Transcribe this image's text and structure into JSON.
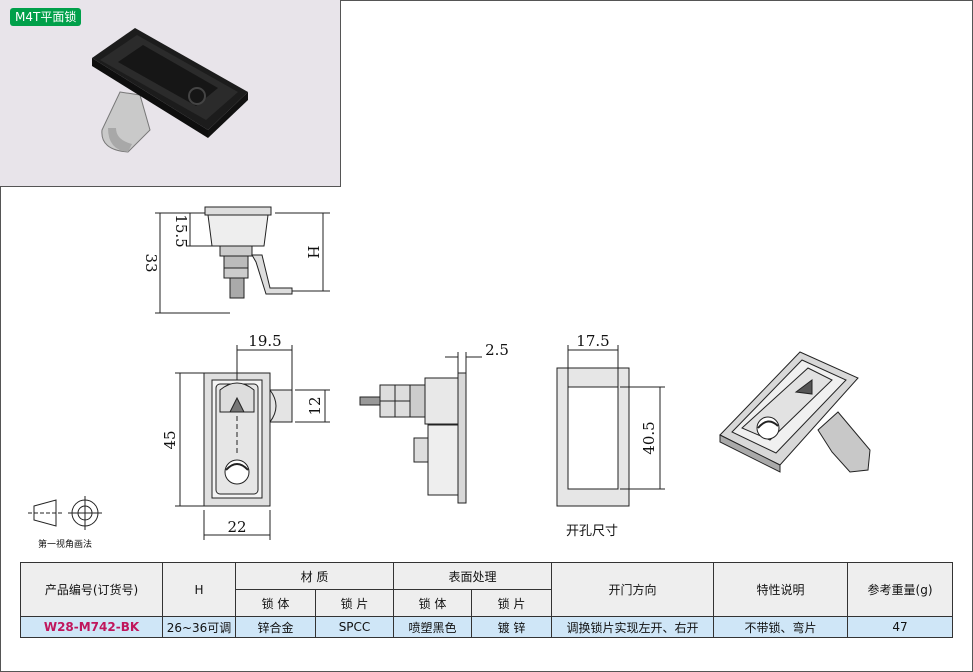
{
  "product": {
    "title": "M4T平面锁"
  },
  "dimensions": {
    "side_top": "15.5",
    "side_total": "33",
    "side_h": "H",
    "front_width": "19.5",
    "front_height": "45",
    "front_bottom": "22",
    "front_tab": "12",
    "plate": "2.5",
    "cutout_width": "17.5",
    "cutout_height": "40.5"
  },
  "captions": {
    "cutout": "开孔尺寸",
    "projection": "第一视角画法"
  },
  "table": {
    "headers": {
      "model": "产品编号(订货号)",
      "h": "H",
      "material": "材  质",
      "material_body": "锁 体",
      "material_plate": "锁 片",
      "surface": "表面处理",
      "surface_body": "锁 体",
      "surface_plate": "锁 片",
      "direction": "开门方向",
      "feature": "特性说明",
      "weight": "参考重量(g)"
    },
    "row": {
      "model": "W28-M742-BK",
      "h": "26~36可调",
      "material_body": "锌合金",
      "material_plate": "SPCC",
      "surface_body": "喷塑黑色",
      "surface_plate": "镀 锌",
      "direction": "调换锁片实现左开、右开",
      "feature": "不带锁、弯片",
      "weight": "47"
    }
  }
}
